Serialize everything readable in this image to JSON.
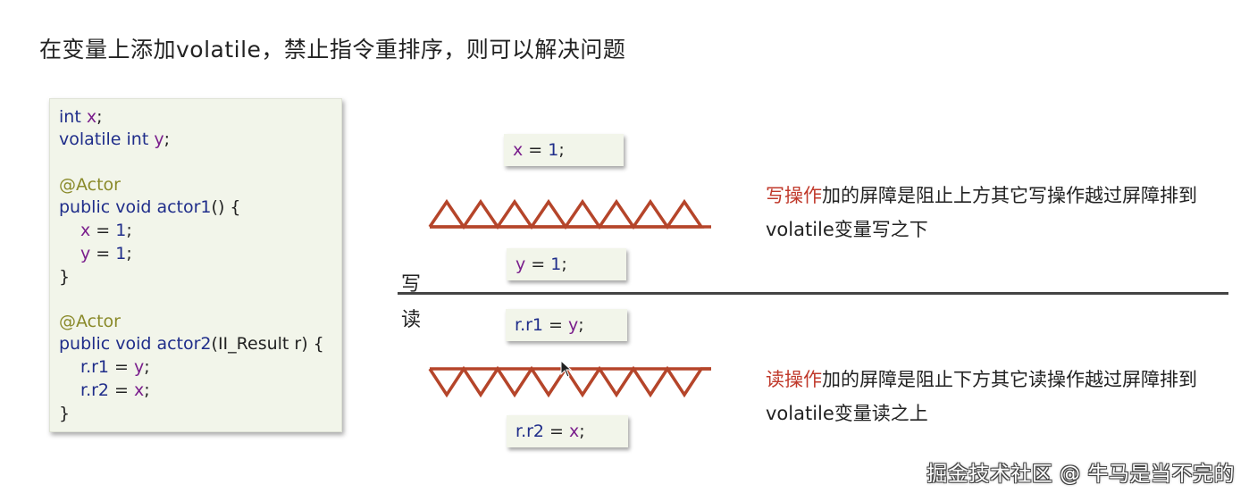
{
  "title": "在变量上添加volatile，禁止指令重排序，则可以解决问题",
  "code": {
    "l1": {
      "kw": "int",
      "var": "x",
      "end": ";"
    },
    "l2": {
      "kw": "volatile int",
      "var": "y",
      "end": ";"
    },
    "l3": {
      "anno": "@Actor"
    },
    "l4": {
      "kw": "public void actor1",
      "end": "() {"
    },
    "l5": {
      "var": "x",
      "op": " = ",
      "num": "1",
      "end": ";"
    },
    "l6": {
      "var": "y",
      "op": " = ",
      "num": "1",
      "end": ";"
    },
    "l7": {
      "text": "}"
    },
    "l8": {
      "anno": "@Actor"
    },
    "l9": {
      "kw": "public void actor2",
      "end": "(II_Result r) {"
    },
    "l10": {
      "a": "r.r1",
      "op": " = ",
      "var": "y",
      "end": ";"
    },
    "l11": {
      "a": "r.r2",
      "op": " = ",
      "var": "x",
      "end": ";"
    },
    "l12": {
      "text": "}"
    }
  },
  "statements": {
    "s1": {
      "var": "x",
      "op": " = ",
      "num": "1",
      "end": ";"
    },
    "s2": {
      "var": "y",
      "op": " = ",
      "num": "1",
      "end": ";"
    },
    "s3": {
      "a": "r.r1",
      "op": " = ",
      "var": "y",
      "end": ";"
    },
    "s4": {
      "a": "r.r2",
      "op": " = ",
      "var": "x",
      "end": ";"
    }
  },
  "labels": {
    "write": "写",
    "read": "读"
  },
  "notes": {
    "write": {
      "highlight": "写操作",
      "rest": "加的屏障是阻止上方其它写操作越过屏障排到volatile变量写之下"
    },
    "read": {
      "highlight": "读操作",
      "rest": "加的屏障是阻止下方其它读操作越过屏障排到volatile变量读之上"
    }
  },
  "watermark": "掘金技术社区 @ 牛马是当不完的",
  "colors": {
    "barrier": "#b5452a",
    "highlight": "#c0392b",
    "keyword": "#1f2d8a",
    "variable": "#7a1e8c",
    "annotation": "#8a8a2a"
  }
}
